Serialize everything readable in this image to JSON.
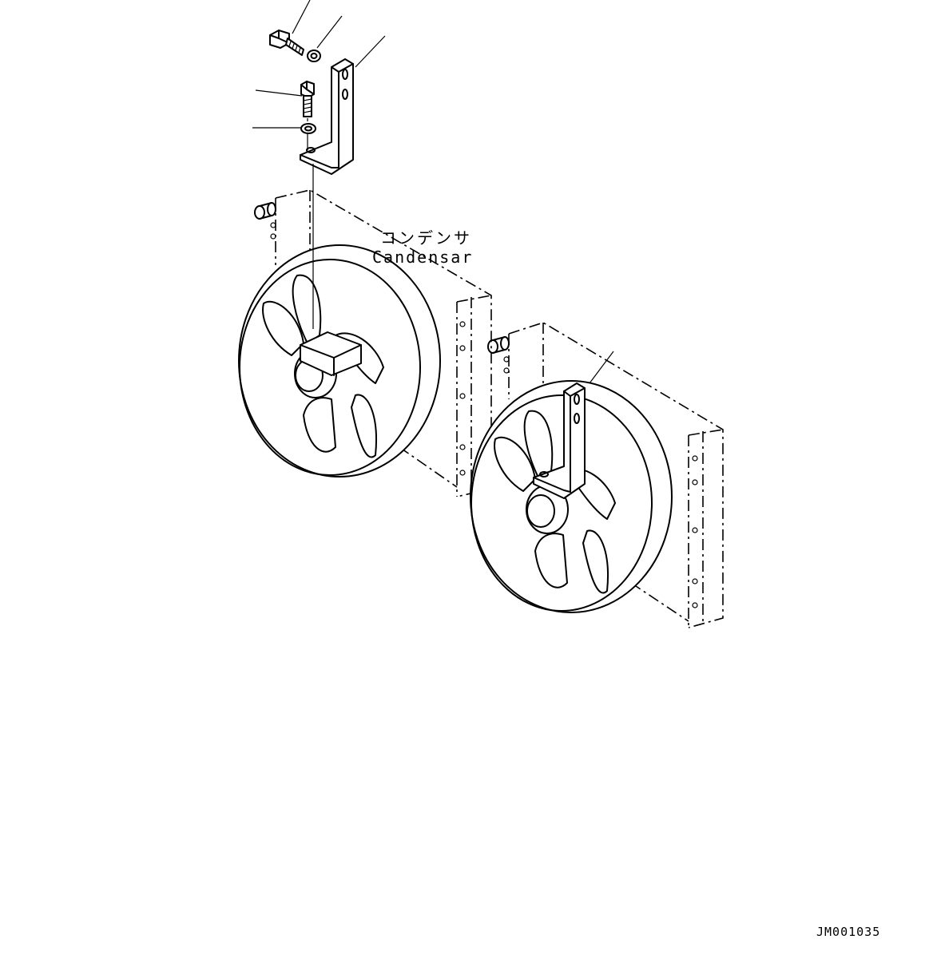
{
  "labels": {
    "condenser_jp": "コンデンサ",
    "condenser_en": "Candensar"
  },
  "drawing_number": "JM001035"
}
